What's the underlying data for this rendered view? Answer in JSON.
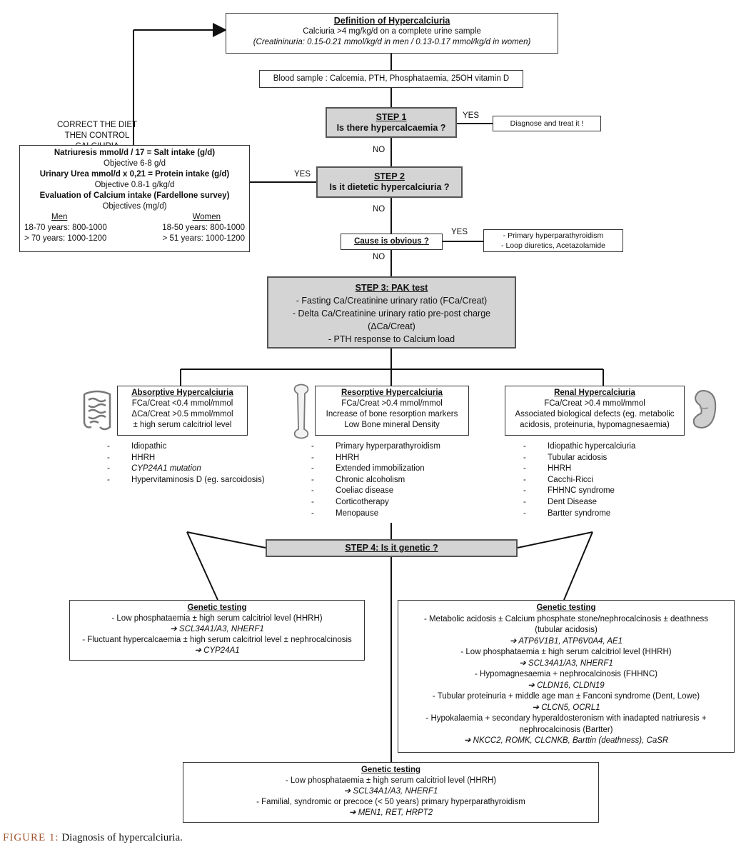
{
  "definition": {
    "title": "Definition of Hypercalciuria",
    "line1": "Calciuria >4 mg/kg/d on a complete urine sample",
    "line2": "(Creatininuria: 0.15-0.21 mmol/kg/d in men / 0.13-0.17 mmol/kg/d in women)"
  },
  "blood_sample": "Blood sample : Calcemia, PTH, Phosphataemia, 25OH vitamin D",
  "correct_diet": {
    "line1": "CORRECT THE DIET",
    "line2": "THEN CONTROL CALCIURIA"
  },
  "step1": {
    "title": "STEP 1",
    "question": "Is there hypercalcaemia ?",
    "yes": "YES",
    "no": "NO",
    "result": "Diagnose and treat it !"
  },
  "diet_box": {
    "l1": "Natriuresis mmol/d / 17 = Salt intake (g/d)",
    "l2": "Objective 6-8 g/d",
    "l3": "Urinary Urea mmol/d x 0,21 = Protein intake (g/d)",
    "l4": "Objective 0.8-1 g/kg/d",
    "l5": "Evaluation of Calcium intake (Fardellone survey)",
    "l6": "Objectives (mg/d)",
    "men": "Men",
    "women": "Women",
    "men1": "18-70 years: 800-1000",
    "women1": "18-50 years: 800-1000",
    "men2": "> 70 years: 1000-1200",
    "women2": "> 51 years: 1000-1200"
  },
  "step2": {
    "title": "STEP 2",
    "question": "Is it dietetic hypercalciuria ?",
    "yes": "YES",
    "no": "NO"
  },
  "cause": {
    "question": "Cause is obvious ?",
    "yes": "YES",
    "no": "NO",
    "r1": "Primary hyperparathyroidism",
    "r2": "Loop diuretics, Acetazolamide"
  },
  "step3": {
    "title": "STEP 3: PAK test",
    "l1": "Fasting Ca/Creatinine urinary ratio (FCa/Creat)",
    "l2": "Delta Ca/Creatinine urinary ratio pre-post charge",
    "l3": "(ΔCa/Creat)",
    "l4": "PTH response to Calcium load"
  },
  "absorptive": {
    "title": "Absorptive Hypercalciuria",
    "l1": "FCa/Creat <0.4 mmol/mmol",
    "l2": "ΔCa/Creat >0.5 mmol/mmol",
    "l3": "± high serum calcitriol level",
    "causes": [
      "Idiopathic",
      "HHRH",
      "CYP24A1 mutation",
      "Hypervitaminosis D (eg. sarcoidosis)"
    ]
  },
  "resorptive": {
    "title": "Resorptive Hypercalciuria",
    "l1": "FCa/Creat >0.4 mmol/mmol",
    "l2": "Increase of bone resorption markers",
    "l3": "Low Bone mineral Density",
    "causes": [
      "Primary hyperparathyroidism",
      "HHRH",
      "Extended immobilization",
      "Chronic alcoholism",
      "Coeliac disease",
      "Corticotherapy",
      "Menopause"
    ]
  },
  "renal": {
    "title": "Renal Hypercalciuria",
    "l1": "FCa/Creat >0.4 mmol/mmol",
    "l2": "Associated biological defects (eg. metabolic",
    "l3": "acidosis, proteinuria, hypomagnesaemia)",
    "causes": [
      "Idiopathic hypercalciuria",
      "Tubular acidosis",
      "HHRH",
      "Cacchi-Ricci",
      "FHHNC syndrome",
      "Dent Disease",
      "Bartter syndrome"
    ]
  },
  "step4": {
    "title": "STEP 4: Is it genetic ?"
  },
  "gen_left": {
    "title": "Genetic testing",
    "l1": "- Low phosphataemia ± high serum calcitriol level (HHRH)",
    "g1": "SCL34A1/A3, NHERF1",
    "l2": "- Fluctuant hypercalcaemia ± high serum calcitriol level ± nephrocalcinosis",
    "g2": "CYP24A1"
  },
  "gen_right": {
    "title": "Genetic testing",
    "l1": "- Metabolic acidosis ± Calcium phosphate stone/nephrocalcinosis ± deathness",
    "l1b": "(tubular acidosis)",
    "g1": "ATP6V1B1, ATP6V0A4, AE1",
    "l2": "- Low phosphataemia ± high serum calcitriol level (HHRH)",
    "g2": "SCL34A1/A3, NHERF1",
    "l3": "- Hypomagnesaemia + nephrocalcinosis (FHHNC)",
    "g3": "CLDN16, CLDN19",
    "l4": "- Tubular proteinuria + middle age man ±  Fanconi syndrome (Dent, Lowe)",
    "g4": "CLCN5, OCRL1",
    "l5": "- Hypokalaemia + secondary hyperaldosteronism with inadapted natriuresis +",
    "l5b": "nephrocalcinosis (Bartter)",
    "g5": "NKCC2, ROMK, CLCNKB, Barttin (deathness), CaSR"
  },
  "gen_bottom": {
    "title": "Genetic testing",
    "l1": "- Low phosphataemia ± high serum calcitriol level (HHRH)",
    "g1": "SCL34A1/A3, NHERF1",
    "l2": "- Familial, syndromic or precoce (< 50 years) primary hyperparathyroidism",
    "g2": "MEN1, RET, HRPT2"
  },
  "caption": {
    "label": "Figure 1:",
    "text": "Diagnosis of hypercalciuria."
  },
  "icons": [
    "intestine-icon",
    "bone-icon",
    "kidney-icon"
  ],
  "colors": {
    "step_fill": "#d4d4d4",
    "caption_label": "#a0522d"
  }
}
